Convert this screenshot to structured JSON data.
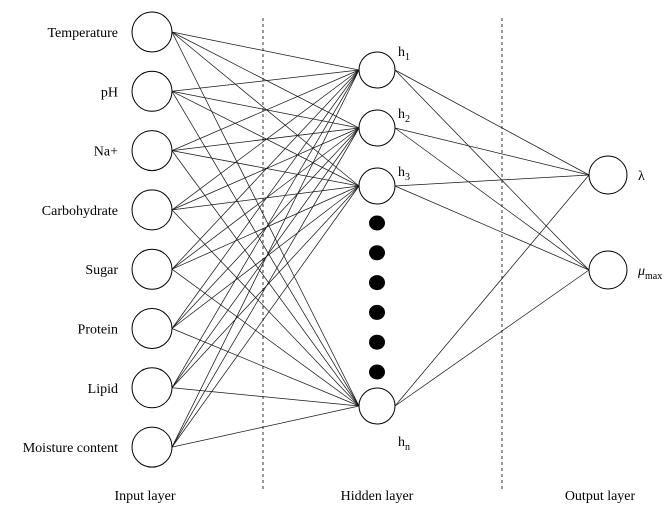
{
  "diagram": {
    "input_layer": {
      "label": "Input layer",
      "nodes": [
        "Temperature",
        "pH",
        "Na+",
        "Carbohydrate",
        "Sugar",
        "Protein",
        "Lipid",
        "Moisture content"
      ]
    },
    "hidden_layer": {
      "label": "Hidden layer",
      "nodes": [
        {
          "base": "h",
          "sub": "1"
        },
        {
          "base": "h",
          "sub": "2"
        },
        {
          "base": "h",
          "sub": "3"
        },
        {
          "base": "h",
          "sub": "n"
        }
      ],
      "ellipsis_dots": 6
    },
    "output_layer": {
      "label": "Output layer",
      "nodes": [
        {
          "base": "λ",
          "sub": ""
        },
        {
          "base": "μ",
          "sub": "max"
        }
      ]
    },
    "connections": "fully-connected",
    "colors": {
      "line": "#1a1a1a",
      "node_fill": "#ffffff",
      "node_stroke": "#000000",
      "divider": "#333333"
    }
  }
}
